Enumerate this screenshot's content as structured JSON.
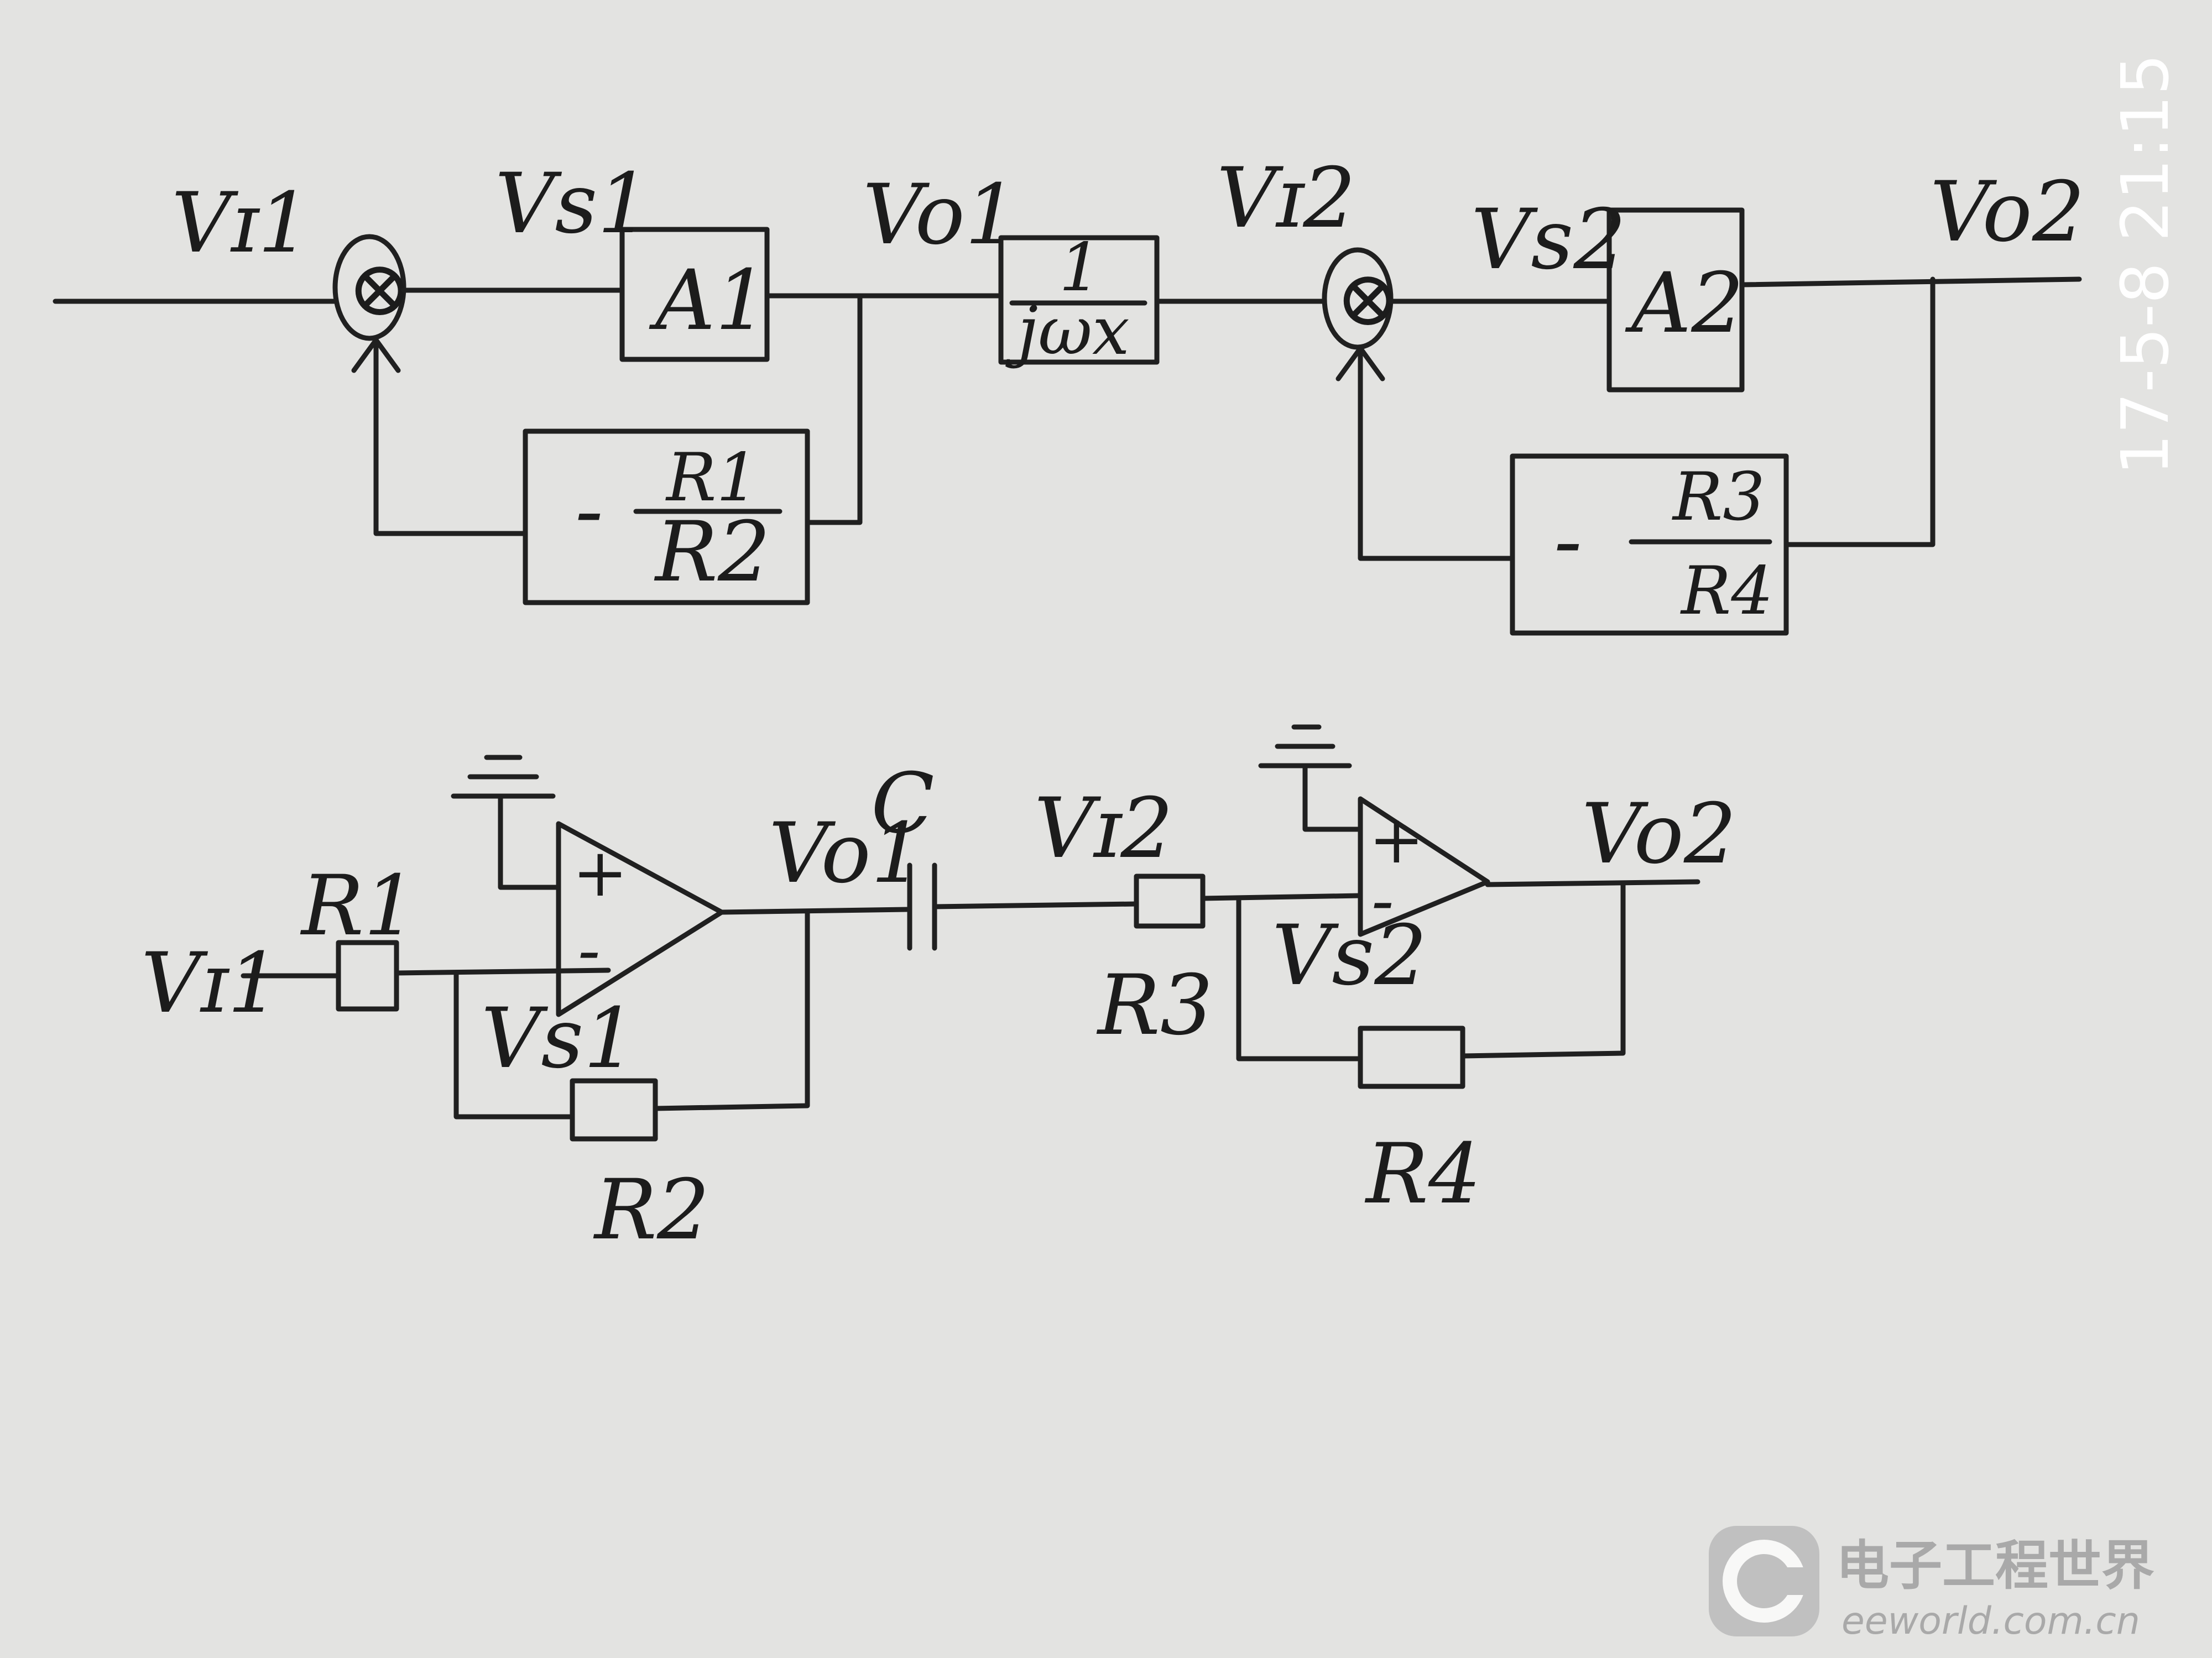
{
  "block_diagram": {
    "labels": {
      "vi1": "Vɪ1",
      "vs1": "Vs1",
      "vo1": "Vo1",
      "vi2": "Vɪ2",
      "vs2": "Vs2",
      "vo2": "Vo2"
    },
    "blocks": {
      "a1": "A1",
      "integrator_num": "1",
      "integrator_den": "jωx",
      "a2": "A2",
      "fb1_sign": "-",
      "fb1_num": "R1",
      "fb1_den": "R2",
      "fb2_sign": "-",
      "fb2_num": "R3",
      "fb2_den": "R4"
    },
    "summer_symbol": "⊗"
  },
  "circuit": {
    "labels": {
      "vi1": "Vɪ1",
      "r1": "R1",
      "vs1": "Vs1",
      "r2": "R2",
      "vo1": "Vo1",
      "c": "C",
      "vi2": "Vɪ2",
      "r3": "R3",
      "vs2": "Vs2",
      "r4": "R4",
      "vo2": "Vo2"
    },
    "opamp_plus": "+",
    "opamp_minus": "-"
  },
  "timestamp": "17-5-8 21:15",
  "watermark": {
    "text": "电子工程世界",
    "url": "eeworld.com.cn"
  },
  "colors": {
    "paper": "#e3e3e1",
    "ink": "#202020",
    "stamp": "#ffffff",
    "watermark": "#a9a9a9"
  }
}
